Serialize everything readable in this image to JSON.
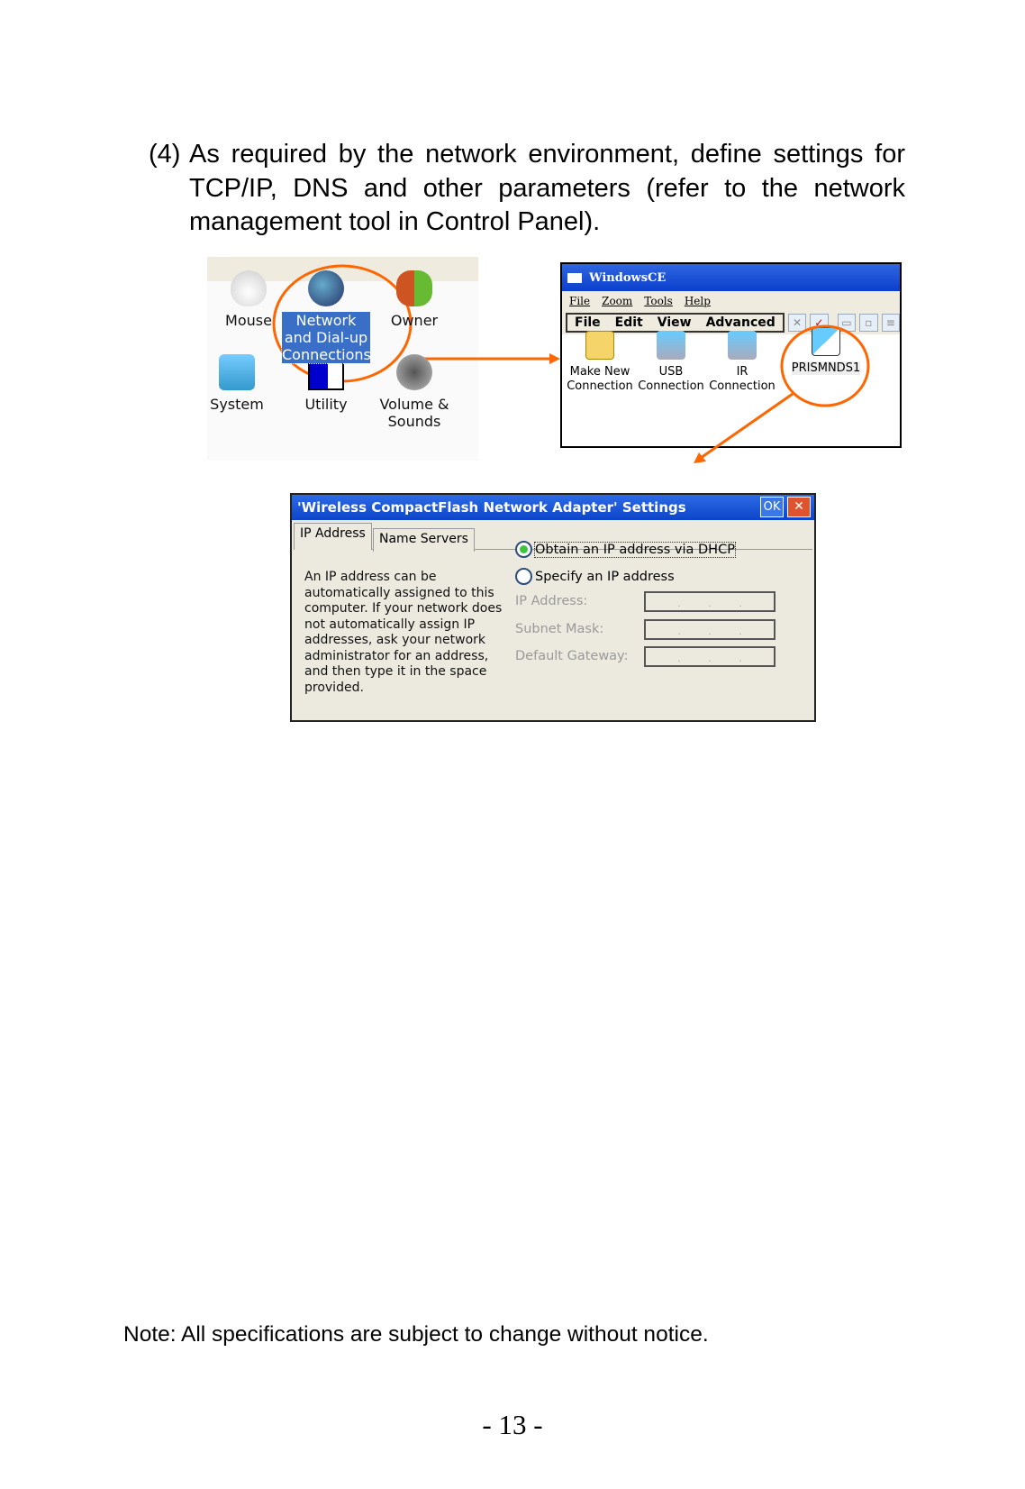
{
  "instruction": {
    "number": "(4)",
    "text": "As required by the network environment, define settings for TCP/IP, DNS and other parameters (refer to the network management tool in Control Panel)."
  },
  "control_panel": {
    "items": [
      {
        "label": "Mouse",
        "icon": "mouse-icon"
      },
      {
        "label": "Network and Dial-up Connections",
        "icon": "network-globe-icon",
        "selected": true
      },
      {
        "label": "Owner",
        "icon": "owner-icon"
      },
      {
        "label": "System",
        "icon": "system-icon"
      },
      {
        "label": "Utility",
        "icon": "utility-icon"
      },
      {
        "label": "Volume & Sounds",
        "icon": "volume-icon"
      }
    ]
  },
  "windowsce": {
    "title": "WindowsCE",
    "menu": [
      "File",
      "Zoom",
      "Tools",
      "Help"
    ],
    "menu2": [
      "File",
      "Edit",
      "View",
      "Advanced"
    ],
    "items": [
      {
        "line1": "Make New",
        "line2": "Connection"
      },
      {
        "line1": "USB",
        "line2": "Connection"
      },
      {
        "line1": "IR",
        "line2": "Connection"
      },
      {
        "line1": "PRISMNDS1",
        "line2": ""
      }
    ]
  },
  "dialog": {
    "title": "'Wireless CompactFlash Network Adapter' Settings",
    "ok": "OK",
    "close": "✕",
    "tabs": [
      "IP Address",
      "Name Servers"
    ],
    "description": "An IP address can be automatically assigned to this computer.  If your network does not automatically assign IP addresses, ask your network administrator for an address, and then type it in the space provided.",
    "radio_dhcp": "Obtain an IP address via DHCP",
    "radio_specify": "Specify an IP address",
    "selected": "dhcp",
    "fields": [
      "IP Address:",
      "Subnet Mask:",
      "Default Gateway:"
    ]
  },
  "accent": "#ff6600",
  "note": "Note: All specifications are subject to change without notice.",
  "page_number": "- 13 -"
}
